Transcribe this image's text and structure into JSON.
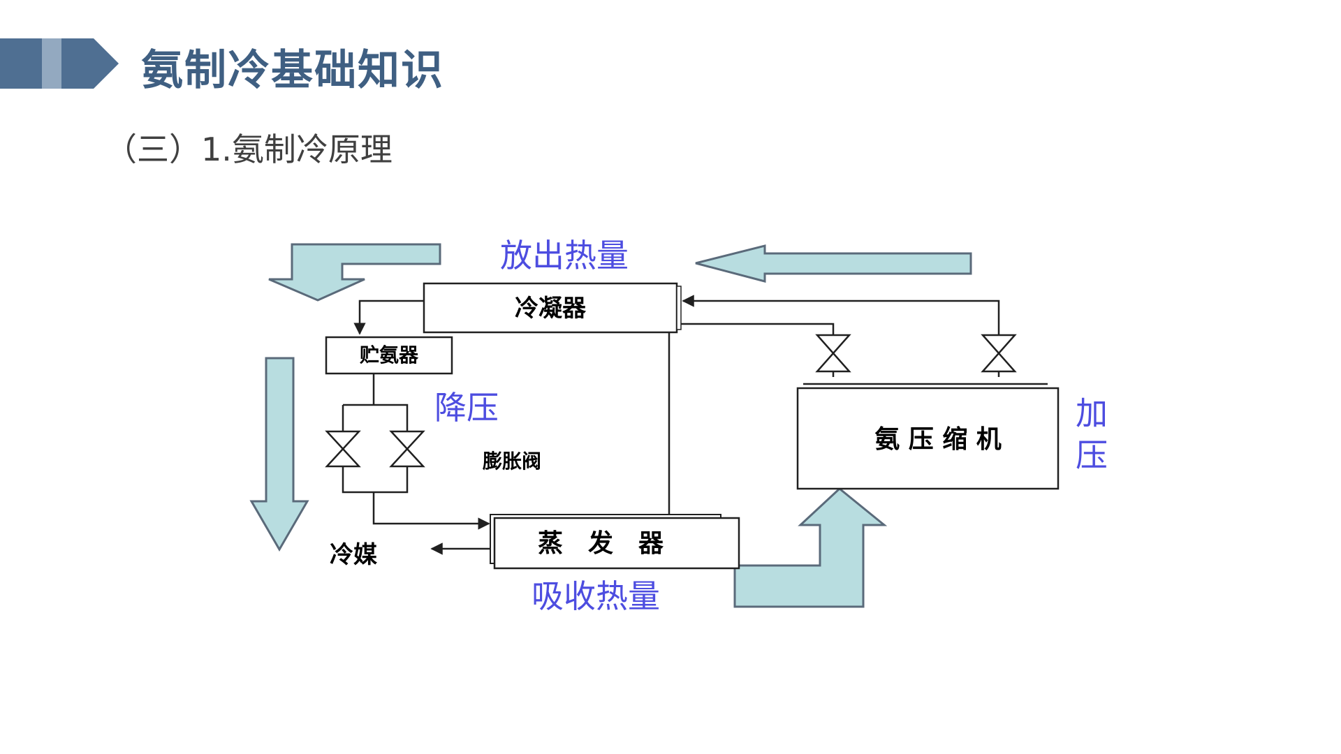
{
  "header": {
    "title": "氨制冷基础知识",
    "accent_dark": "#4f6f92",
    "accent_light": "#93a9c0"
  },
  "subtitle": "（三）1.氨制冷原理",
  "diagram": {
    "components": {
      "condenser": "冷凝器",
      "receiver": "贮氨器",
      "expansion_valve": "膨胀阀",
      "evaporator": "蒸　发　器",
      "compressor": "氨 压 缩 机",
      "refrigerant": "冷媒"
    },
    "process_labels": {
      "release_heat": "放出热量",
      "reduce_pressure": "降压",
      "absorb_heat": "吸收热量",
      "pressurize_1": "加",
      "pressurize_2": "压"
    },
    "colors": {
      "arrow_fill": "#b8dde0",
      "arrow_stroke": "#5a6a7a",
      "label_blue": "#4d4de0",
      "line": "#202020"
    }
  }
}
